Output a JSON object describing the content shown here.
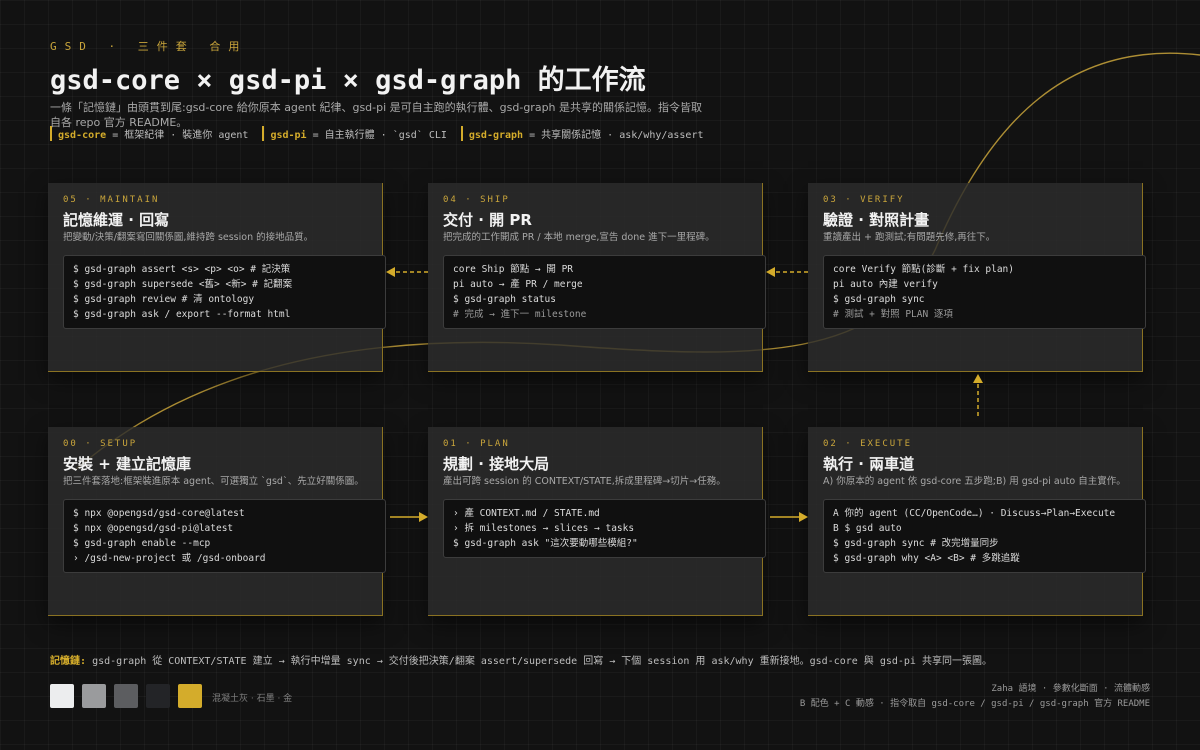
{
  "header": {
    "eyebrow": "GSD · 三件套 合用",
    "title": "gsd-core × gsd-pi × gsd-graph 的工作流",
    "intro": "一條「記憶鏈」由頭貫到尾:gsd-core 給你原本 agent 紀律、gsd-pi 是可自主跑的執行體、gsd-graph 是共享的關係記憶。指令皆取自各 repo 官方 README。"
  },
  "legend": [
    {
      "key": "gsd-core",
      "text": "= 框架紀律 · 裝進你 agent"
    },
    {
      "key": "gsd-pi",
      "text": "= 自主執行體 · `gsd` CLI"
    },
    {
      "key": "gsd-graph",
      "text": "= 共享關係記憶 · ask/why/assert"
    }
  ],
  "cards": {
    "maintain": {
      "tag": "05 · MAINTAIN",
      "title": "記憶維運 · 回寫",
      "desc": "把變動/決策/翻案寫回關係圖,維持跨 session 的接地品質。",
      "lines": [
        "$ gsd-graph assert <s> <p> <o> # 記決策",
        "$ gsd-graph supersede <舊> <新> # 記翻案",
        "$ gsd-graph review # 清 ontology",
        "$ gsd-graph ask / export --format html"
      ]
    },
    "ship": {
      "tag": "04 · SHIP",
      "title": "交付 · 開 PR",
      "desc": "把完成的工作開成 PR / 本地 merge,宣告 done 進下一里程碑。",
      "lines": [
        "core Ship 節點 → 開 PR",
        "pi auto → 產 PR / merge",
        "$ gsd-graph status",
        "# 完成 → 進下一 milestone"
      ]
    },
    "verify": {
      "tag": "03 · VERIFY",
      "title": "驗證 · 對照計畫",
      "desc": "重讀產出 + 跑測試;有問題先修,再往下。",
      "lines": [
        "core Verify 節點(診斷 + fix plan)",
        "pi auto 內建 verify",
        "$ gsd-graph sync",
        "# 測試 + 對照 PLAN 逐項"
      ]
    },
    "setup": {
      "tag": "00 · SETUP",
      "title": "安裝 + 建立記憶庫",
      "desc": "把三件套落地:框架裝進原本 agent、可選獨立 `gsd`、先立好關係圖。",
      "lines": [
        "$ npx @opengsd/gsd-core@latest",
        "$ npx @opengsd/gsd-pi@latest",
        "$ gsd-graph enable --mcp",
        "› /gsd-new-project 或 /gsd-onboard"
      ]
    },
    "plan": {
      "tag": "01 · PLAN",
      "title": "規劃 · 接地大局",
      "desc": "產出可跨 session 的 CONTEXT/STATE,拆成里程碑→切片→任務。",
      "lines": [
        "› 產 CONTEXT.md / STATE.md",
        "› 拆 milestones → slices → tasks",
        "$ gsd-graph ask \"這次要動哪些模組?\""
      ]
    },
    "execute": {
      "tag": "02 · EXECUTE",
      "title": "執行 · 兩車道",
      "desc": "A) 你原本的 agent 依 gsd-core 五步跑;B) 用 gsd-pi auto 自主實作。",
      "lines": [
        "A 你的 agent (CC/OpenCode…) · Discuss→Plan→Execute",
        "B $ gsd auto",
        "$ gsd-graph sync # 改完增量同步",
        "$ gsd-graph why <A> <B> # 多跳追蹤"
      ]
    }
  },
  "footer": {
    "label": "記憶鏈:",
    "text": "gsd-graph 從 CONTEXT/STATE 建立 → 執行中增量 sync → 交付後把決策/翻案 assert/supersede 回寫 → 下個 session 用 ask/why 重新接地。gsd-core 與 gsd-pi 共享同一張圖。",
    "palette_label": "混凝土灰 · 石墨 · 金",
    "credit_line1": "Zaha 語境 · 參數化斷面 · 流體動感",
    "credit_line2": "B 配色 + C 動感 · 指令取自 gsd-core / gsd-pi / gsd-graph 官方 README"
  },
  "palette": [
    "#ecedee",
    "#9a9b9d",
    "#5c5d60",
    "#232427",
    "#d4ac2b"
  ],
  "accent": "#d4ac2b"
}
